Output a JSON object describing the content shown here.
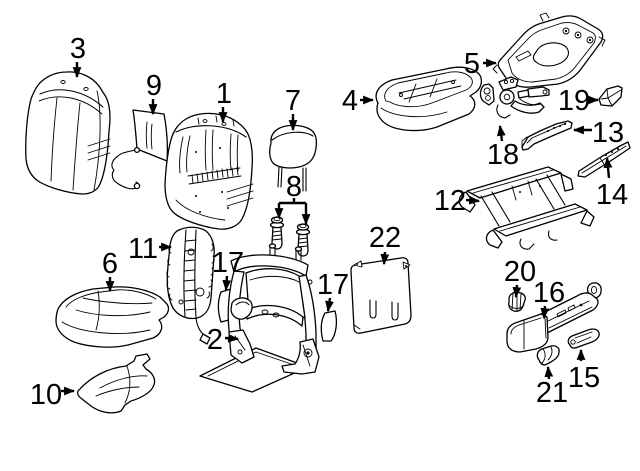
{
  "diagram": {
    "background_color": "#ffffff",
    "line_color": "#000000",
    "callouts": [
      {
        "label": "3",
        "part": "seat-back-cover"
      },
      {
        "label": "9",
        "part": "seat-back-heater-element"
      },
      {
        "label": "1",
        "part": "seat-back-pad"
      },
      {
        "label": "7",
        "part": "headrest"
      },
      {
        "label": "5",
        "part": "seat-cushion-pan"
      },
      {
        "label": "4",
        "part": "seat-cushion-pad"
      },
      {
        "label": "19",
        "part": "track-end-cover"
      },
      {
        "label": "13",
        "part": "mounting-bracket-inner"
      },
      {
        "label": "18",
        "part": "recliner-mechanism"
      },
      {
        "label": "14",
        "part": "mounting-bracket-outer"
      },
      {
        "label": "12",
        "part": "seat-adjuster-track"
      },
      {
        "label": "8",
        "part": "headrest-guides"
      },
      {
        "label": "22",
        "part": "seat-back-panel"
      },
      {
        "label": "11",
        "part": "lumbar-support"
      },
      {
        "label": "17",
        "part": "bolster-pad-left"
      },
      {
        "label": "6",
        "part": "seat-cushion-cover"
      },
      {
        "label": "17",
        "part": "bolster-pad-right"
      },
      {
        "label": "2",
        "part": "seat-back-frame"
      },
      {
        "label": "20",
        "part": "adjuster-knob"
      },
      {
        "label": "16",
        "part": "side-shield"
      },
      {
        "label": "10",
        "part": "carpet-retainer"
      },
      {
        "label": "21",
        "part": "handle-bezel"
      },
      {
        "label": "15",
        "part": "recliner-handle"
      }
    ]
  }
}
